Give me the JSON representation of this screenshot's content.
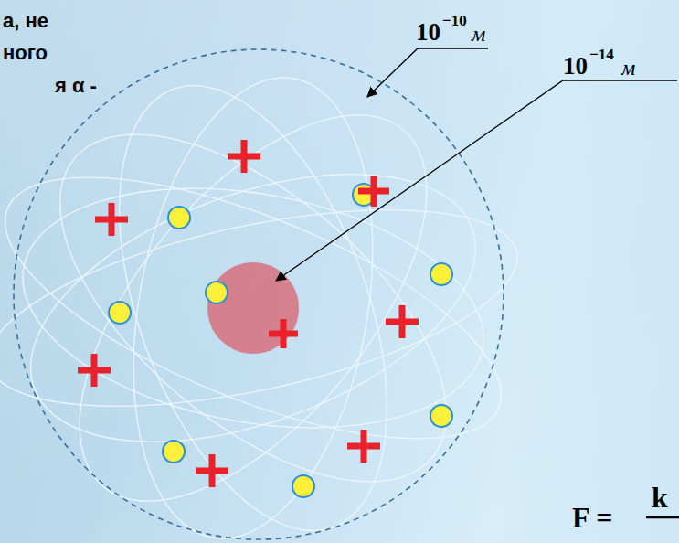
{
  "diagram": {
    "labels": [
      "а, не",
      "ного",
      "я α -",
      "10",
      "−10",
      "м",
      "10",
      "−14",
      "м",
      "F =",
      "k"
    ]
  }
}
